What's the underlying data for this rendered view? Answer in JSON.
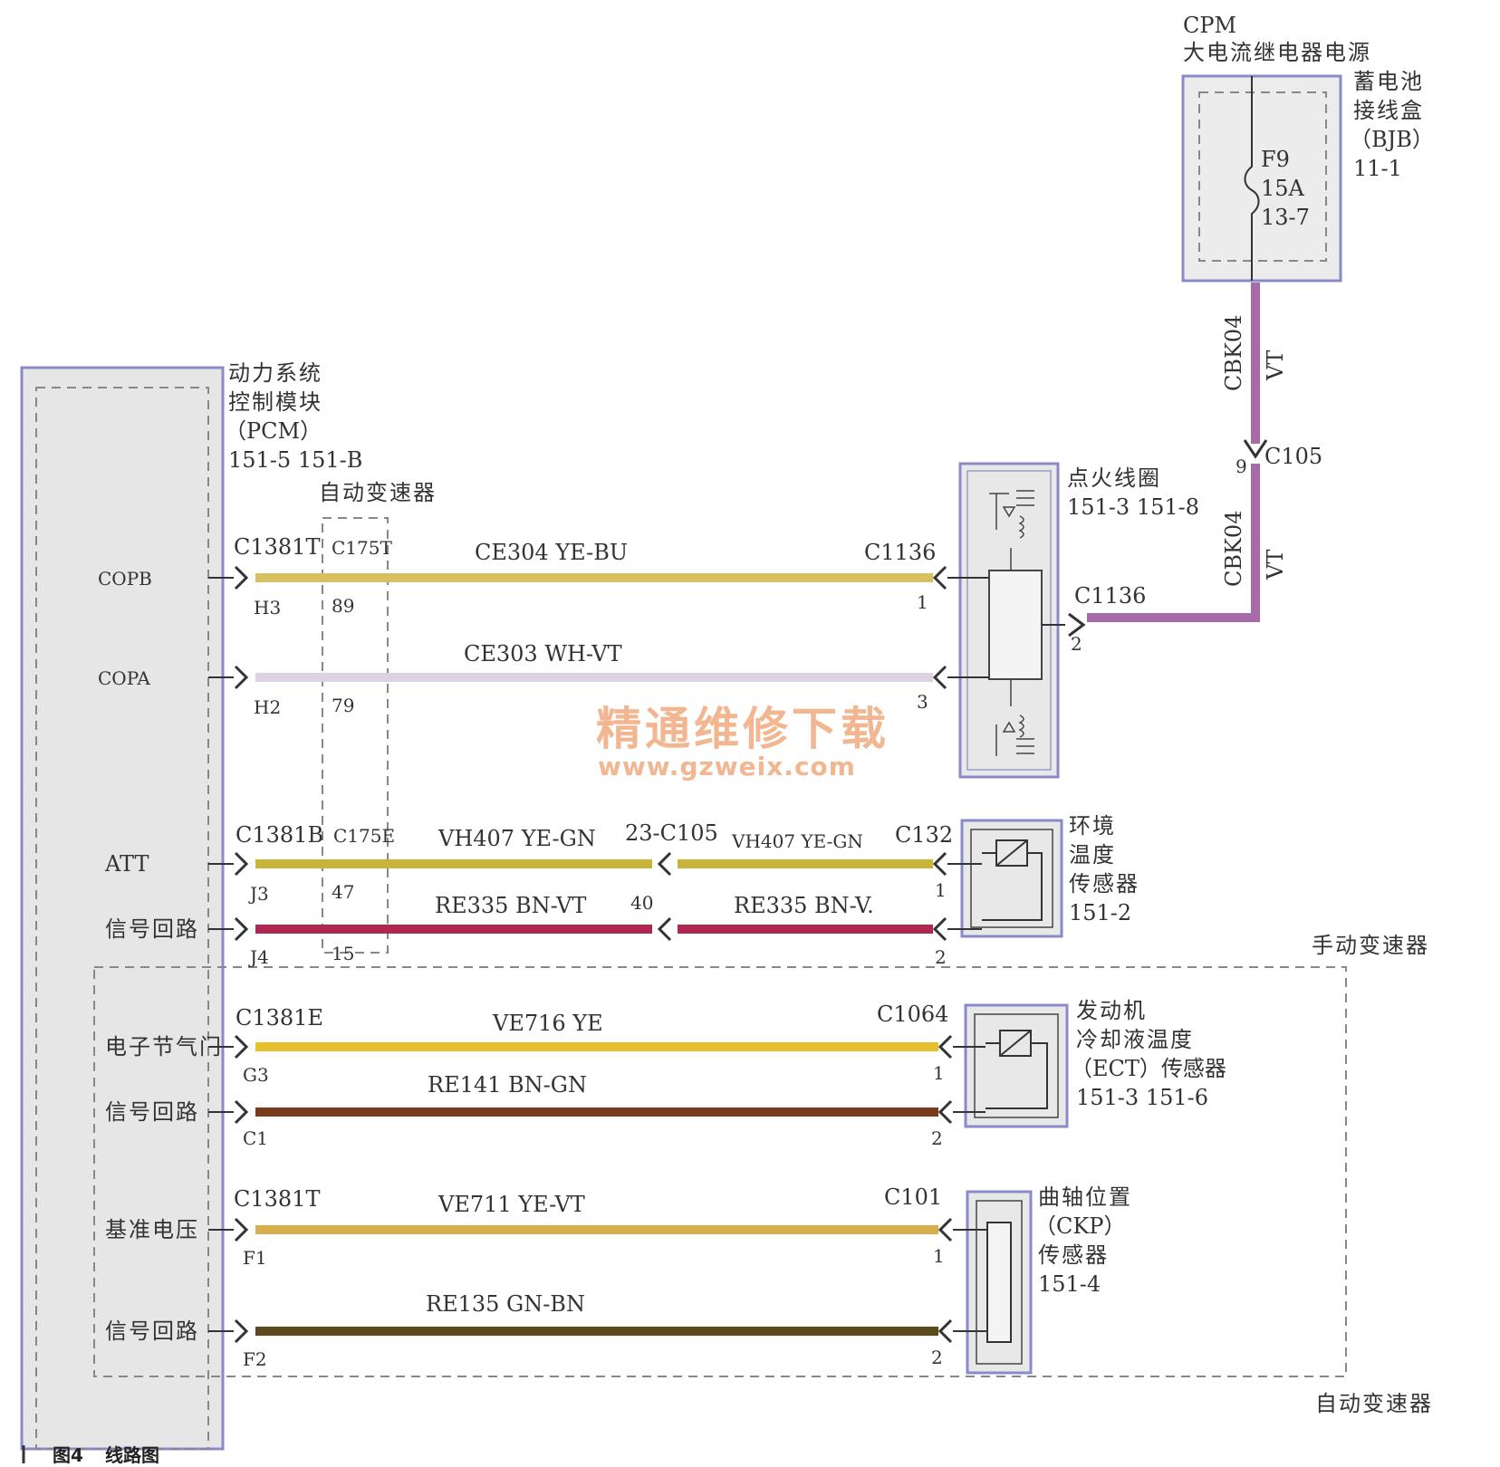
{
  "pcm": {
    "line1": "动力系统",
    "line2": "控制模块",
    "line3": "（PCM）",
    "line4": "151-5  151-B"
  },
  "auto_trans_connector": "自动变速器",
  "cpm": {
    "line1": "CPM",
    "line2": "大电流继电器电源"
  },
  "bjb": {
    "line1": "蓄电池",
    "line2": "接线盒",
    "line3": "（BJB）",
    "line4": "11-1"
  },
  "fuse": {
    "name": "F9",
    "rating": "15A",
    "ref": "13-7"
  },
  "feed_wire": {
    "upper_circuit": "CBK04",
    "upper_color": "VT",
    "lower_circuit": "CBK04",
    "lower_color": "VT",
    "connector": "C105",
    "pin": "9"
  },
  "ignition_coil": {
    "line1": "点火线圈",
    "line2": "151-3  151-8",
    "out_connector": "C1136",
    "out_pin": "2"
  },
  "ambient_sensor": {
    "line1": "环境",
    "line2": "温度",
    "line3": "传感器",
    "line4": "151-2"
  },
  "ect_sensor": {
    "line1": "发动机",
    "line2": "冷却液温度",
    "line3": "（ECT）传感器",
    "line4": "151-3  151-6"
  },
  "ckp_sensor": {
    "line1": "曲轴位置",
    "line2": "（CKP）",
    "line3": "传感器",
    "line4": "151-4"
  },
  "manual_trans": "手动变速器",
  "auto_trans_bottom": "自动变速器",
  "watermark": {
    "line1": "精通维修下载",
    "line2": "www.gzweix.com"
  },
  "caption": {
    "fig": "图4",
    "text": "线路图"
  },
  "wires": {
    "copb": {
      "signal": "COPB",
      "pcm_conn": "C1381T",
      "inline_conn": "C175T",
      "pcm_pin": "H3",
      "inline_pin": "89",
      "circuit": "CE304  YE-BU",
      "dest_conn": "C1136",
      "dest_pin": "1",
      "color": "#d8c060"
    },
    "copa": {
      "signal": "COPA",
      "pcm_pin": "H2",
      "inline_pin": "79",
      "circuit": "CE303  WH-VT",
      "dest_pin": "3",
      "color": "#ddd2e4"
    },
    "att": {
      "signal": "ATT",
      "pcm_conn": "C1381B",
      "inline_conn": "C175E",
      "pcm_pin": "J3",
      "inline_pin": "47",
      "circuit_left": "VH407 YE-GN",
      "mid_conn": "23-C105",
      "circuit_right": "VH407  YE-GN",
      "dest_conn": "C132",
      "dest_pin": "1",
      "color": "#c9b43a"
    },
    "att_ret": {
      "signal": "信号回路",
      "pcm_pin": "J4",
      "inline_pin": "15",
      "circuit_left": "RE335  BN-VT",
      "mid_pin": "40",
      "circuit_right": "RE335  BN-V.",
      "dest_pin": "2",
      "color": "#b02850"
    },
    "etc": {
      "signal": "电子节气门",
      "pcm_conn": "C1381E",
      "pcm_pin": "G3",
      "circuit": "VE716  YE",
      "dest_conn": "C1064",
      "dest_pin": "1",
      "color": "#e6c02c"
    },
    "etc_ret": {
      "signal": "信号回路",
      "pcm_pin": "C1",
      "circuit": "RE141  BN-GN",
      "dest_pin": "2",
      "color": "#7a3a1c"
    },
    "ref": {
      "signal": "基准电压",
      "pcm_conn": "C1381T",
      "pcm_pin": "F1",
      "circuit": "VE711  YE-VT",
      "dest_conn": "C101",
      "dest_pin": "1",
      "color": "#d7ae4c"
    },
    "ref_ret": {
      "signal": "信号回路",
      "pcm_pin": "F2",
      "circuit": "RE135  GN-BN",
      "dest_pin": "2",
      "color": "#5a4a1c"
    }
  },
  "colors": {
    "module_border": "#8a8ac8",
    "module_fill": "#e6e6e6",
    "feed_wire": "#a86aa8",
    "dashed": "#888888"
  }
}
